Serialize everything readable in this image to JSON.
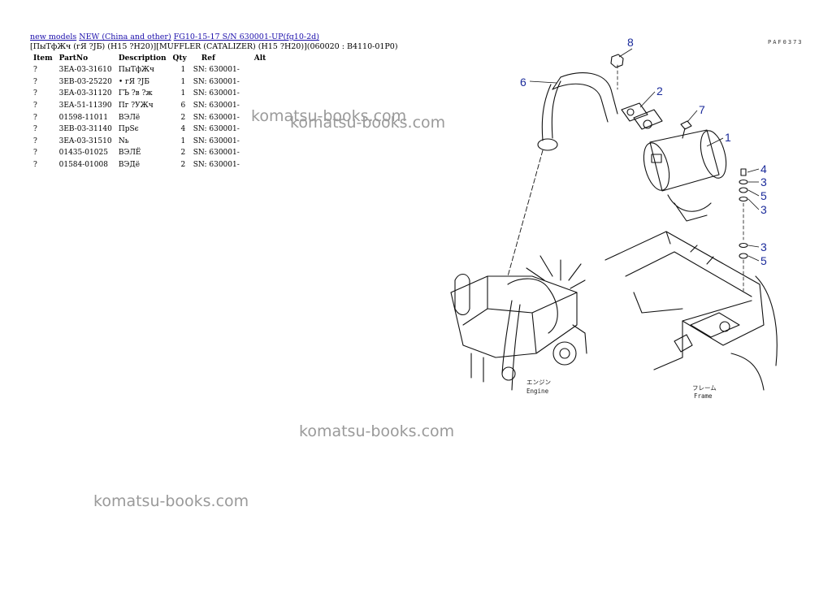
{
  "breadcrumb": {
    "links": [
      "new models",
      "NEW (China and other)",
      "FG10-15-17 S/N 630001-UP(fg10-2d)"
    ]
  },
  "page_title": "[ПыТфЖч (гЯ ?ЈБ) (H15 ?H20)][MUFFLER (CATALIZER) (H15 ?H20)](060020 : B4110-01P0)",
  "table": {
    "headers": [
      "Item",
      "PartNo",
      "Description",
      "Qty",
      "Ref",
      "Alt"
    ],
    "rows": [
      {
        "item": "?",
        "partno": "3EA-03-31610",
        "desc": "ПыТфЖч",
        "qty": "1",
        "ref": "SN: 630001-",
        "alt": ""
      },
      {
        "item": "?",
        "partno": "3EB-03-25220",
        "desc": "• гЯ ?ЈБ",
        "qty": "1",
        "ref": "SN: 630001-",
        "alt": ""
      },
      {
        "item": "?",
        "partno": "3EA-03-31120",
        "desc": "ГЪ ?в ?ж",
        "qty": "1",
        "ref": "SN: 630001-",
        "alt": ""
      },
      {
        "item": "?",
        "partno": "3EA-51-11390",
        "desc": "Пг ?УЖч",
        "qty": "6",
        "ref": "SN: 630001-",
        "alt": ""
      },
      {
        "item": "?",
        "partno": "01598-11011",
        "desc": "ВЭЛё",
        "qty": "2",
        "ref": "SN: 630001-",
        "alt": ""
      },
      {
        "item": "?",
        "partno": "3EB-03-31140",
        "desc": "ПрЅє",
        "qty": "4",
        "ref": "SN: 630001-",
        "alt": ""
      },
      {
        "item": "?",
        "partno": "3EA-03-31510",
        "desc": "Nь",
        "qty": "1",
        "ref": "SN: 630001-",
        "alt": ""
      },
      {
        "item": "?",
        "partno": "01435-01025",
        "desc": "ВЭЛЁ",
        "qty": "2",
        "ref": "SN: 630001-",
        "alt": ""
      },
      {
        "item": "?",
        "partno": "01584-01008",
        "desc": "ВЭДё",
        "qty": "2",
        "ref": "SN: 630001-",
        "alt": ""
      }
    ]
  },
  "drawing": {
    "id": "PAF0373",
    "callouts": [
      "8",
      "6",
      "2",
      "7",
      "1",
      "4",
      "3",
      "5",
      "3",
      "3",
      "5"
    ],
    "label_engine_jp": "エンジン",
    "label_engine": "Engine",
    "label_frame_jp": "フレーム",
    "label_frame": "Frame"
  },
  "watermarks": [
    "komatsu-books.com",
    "komatsu-books.com",
    "komatsu-books.com",
    "komatsu-books.com"
  ]
}
